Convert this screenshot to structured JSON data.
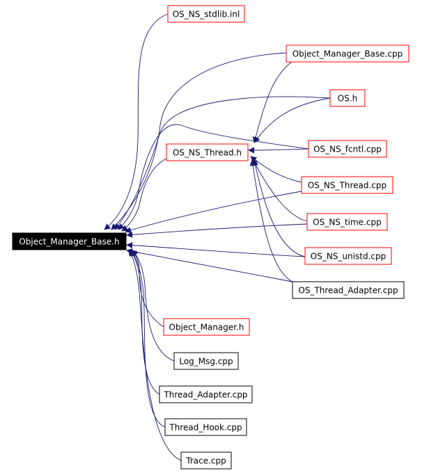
{
  "colors": {
    "edge": "#191970",
    "border_red": "#ff0000",
    "border_black": "#000000",
    "root_fill": "#000000",
    "root_text": "#ffffff",
    "text": "#000000"
  },
  "nodes": {
    "root": {
      "label": "Object_Manager_Base.h",
      "style": "root"
    },
    "stdlib_inl": {
      "label": "OS_NS_stdlib.inl",
      "style": "red"
    },
    "omb_cpp": {
      "label": "Object_Manager_Base.cpp",
      "style": "red"
    },
    "os_h": {
      "label": "OS.h",
      "style": "red"
    },
    "thread_h": {
      "label": "OS_NS_Thread.h",
      "style": "red"
    },
    "fcntl_cpp": {
      "label": "OS_NS_fcntl.cpp",
      "style": "red"
    },
    "thread_cpp": {
      "label": "OS_NS_Thread.cpp",
      "style": "red"
    },
    "time_cpp": {
      "label": "OS_NS_time.cpp",
      "style": "red"
    },
    "unistd_cpp": {
      "label": "OS_NS_unistd.cpp",
      "style": "red"
    },
    "thread_adapter_os": {
      "label": "OS_Thread_Adapter.cpp",
      "style": "black"
    },
    "object_manager_h": {
      "label": "Object_Manager.h",
      "style": "red"
    },
    "log_msg": {
      "label": "Log_Msg.cpp",
      "style": "black"
    },
    "thread_adapter": {
      "label": "Thread_Adapter.cpp",
      "style": "black"
    },
    "thread_hook": {
      "label": "Thread_Hook.cpp",
      "style": "black"
    },
    "trace": {
      "label": "Trace.cpp",
      "style": "black"
    }
  }
}
